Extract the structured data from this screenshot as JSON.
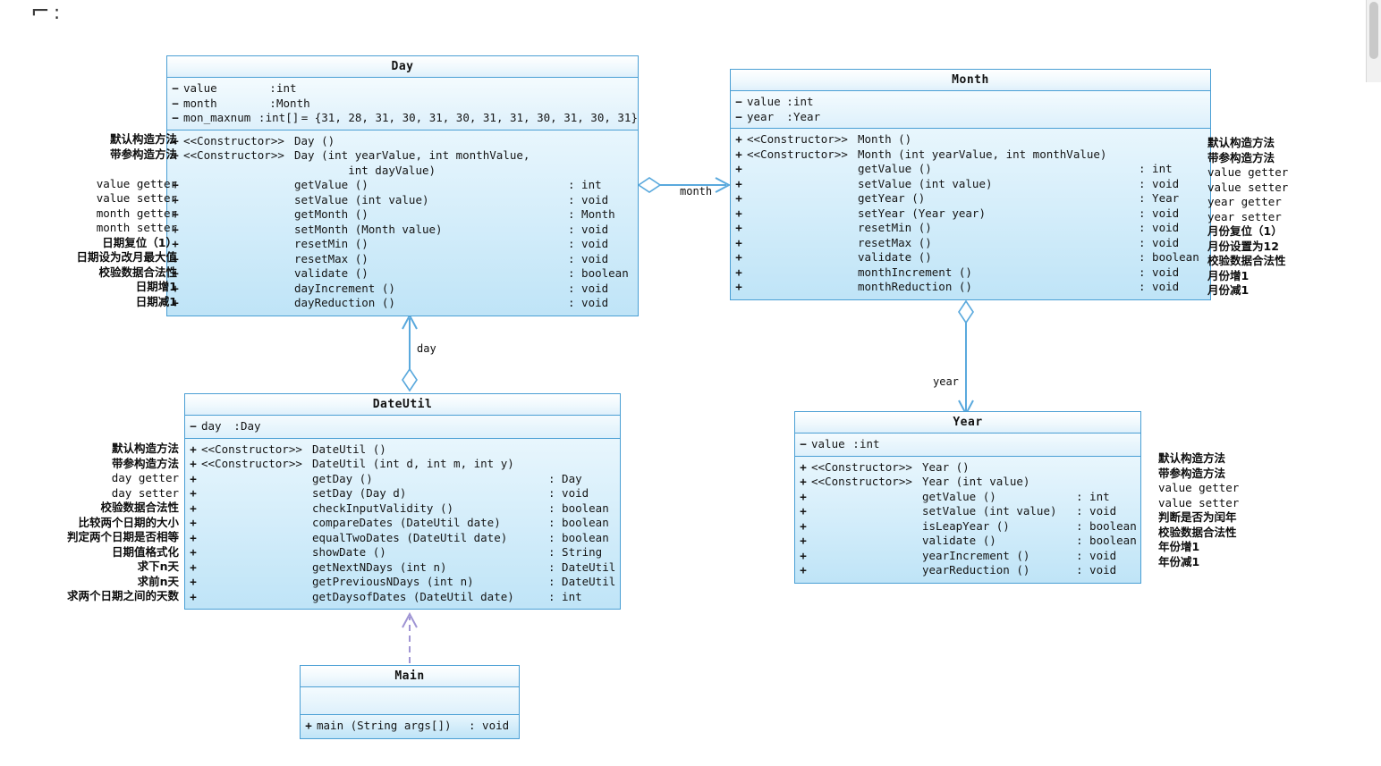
{
  "page": {
    "cursor_glyph": "⌐",
    "colon": ":"
  },
  "classes": {
    "day": {
      "name": "Day",
      "attributes": [
        {
          "vis": "−",
          "sig": "value",
          "sep": ":",
          "type": "int",
          "extra": ""
        },
        {
          "vis": "−",
          "sig": "month",
          "sep": ":",
          "type": "Month",
          "extra": ""
        },
        {
          "vis": "−",
          "sig": "mon_maxnum",
          "sep": ":",
          "type": "int[]",
          "extra": "= {31, 28, 31, 30, 31, 30, 31, 31, 30, 31, 30, 31}"
        }
      ],
      "operations": [
        {
          "vis": "+",
          "stereo": "<<Constructor>>",
          "sig": "Day ()",
          "ret": ""
        },
        {
          "vis": "+",
          "stereo": "<<Constructor>>",
          "sig": "Day (int yearValue, int monthValue,",
          "ret": ""
        },
        {
          "vis": "",
          "stereo": "",
          "sig": "        int dayValue)",
          "ret": ""
        },
        {
          "vis": "+",
          "stereo": "",
          "sig": "getValue ()",
          "ret": ": int"
        },
        {
          "vis": "+",
          "stereo": "",
          "sig": "setValue (int value)",
          "ret": ": void"
        },
        {
          "vis": "+",
          "stereo": "",
          "sig": "getMonth ()",
          "ret": ": Month"
        },
        {
          "vis": "+",
          "stereo": "",
          "sig": "setMonth (Month value)",
          "ret": ": void"
        },
        {
          "vis": "+",
          "stereo": "",
          "sig": "resetMin ()",
          "ret": ": void"
        },
        {
          "vis": "+",
          "stereo": "",
          "sig": "resetMax ()",
          "ret": ": void"
        },
        {
          "vis": "+",
          "stereo": "",
          "sig": "validate ()",
          "ret": ": boolean"
        },
        {
          "vis": "+",
          "stereo": "",
          "sig": "dayIncrement ()",
          "ret": ": void"
        },
        {
          "vis": "+",
          "stereo": "",
          "sig": "dayReduction ()",
          "ret": ": void"
        }
      ],
      "notes": [
        "默认构造方法",
        "带参构造方法",
        "",
        "value getter",
        "value setter",
        "month getter",
        "month setter",
        "日期复位（1）",
        "日期设为改月最大值",
        "校验数据合法性",
        "日期增1",
        "日期减1"
      ]
    },
    "month": {
      "name": "Month",
      "attributes": [
        {
          "vis": "−",
          "sig": "value",
          "sep": ":",
          "type": "int",
          "extra": ""
        },
        {
          "vis": "−",
          "sig": "year",
          "sep": ":",
          "type": "Year",
          "extra": ""
        }
      ],
      "operations": [
        {
          "vis": "+",
          "stereo": "<<Constructor>>",
          "sig": "Month ()",
          "ret": ""
        },
        {
          "vis": "+",
          "stereo": "<<Constructor>>",
          "sig": "Month (int yearValue, int monthValue)",
          "ret": ""
        },
        {
          "vis": "+",
          "stereo": "",
          "sig": "getValue ()",
          "ret": ": int"
        },
        {
          "vis": "+",
          "stereo": "",
          "sig": "setValue (int value)",
          "ret": ": void"
        },
        {
          "vis": "+",
          "stereo": "",
          "sig": "getYear ()",
          "ret": ": Year"
        },
        {
          "vis": "+",
          "stereo": "",
          "sig": "setYear (Year year)",
          "ret": ": void"
        },
        {
          "vis": "+",
          "stereo": "",
          "sig": "resetMin ()",
          "ret": ": void"
        },
        {
          "vis": "+",
          "stereo": "",
          "sig": "resetMax ()",
          "ret": ": void"
        },
        {
          "vis": "+",
          "stereo": "",
          "sig": "validate ()",
          "ret": ": boolean"
        },
        {
          "vis": "+",
          "stereo": "",
          "sig": "monthIncrement ()",
          "ret": ": void"
        },
        {
          "vis": "+",
          "stereo": "",
          "sig": "monthReduction ()",
          "ret": ": void"
        }
      ],
      "notes": [
        "默认构造方法",
        "带参构造方法",
        "value getter",
        "value setter",
        "year getter",
        "year setter",
        "月份复位（1）",
        "月份设置为12",
        "校验数据合法性",
        "月份增1",
        "月份减1"
      ]
    },
    "dateutil": {
      "name": "DateUtil",
      "attributes": [
        {
          "vis": "−",
          "sig": "day",
          "sep": ":",
          "type": "Day",
          "extra": ""
        }
      ],
      "operations": [
        {
          "vis": "+",
          "stereo": "<<Constructor>>",
          "sig": "DateUtil ()",
          "ret": ""
        },
        {
          "vis": "+",
          "stereo": "<<Constructor>>",
          "sig": "DateUtil (int d, int m, int y)",
          "ret": ""
        },
        {
          "vis": "+",
          "stereo": "",
          "sig": "getDay ()",
          "ret": ": Day"
        },
        {
          "vis": "+",
          "stereo": "",
          "sig": "setDay (Day d)",
          "ret": ": void"
        },
        {
          "vis": "+",
          "stereo": "",
          "sig": "checkInputValidity ()",
          "ret": ": boolean"
        },
        {
          "vis": "+",
          "stereo": "",
          "sig": "compareDates (DateUtil date)",
          "ret": ": boolean"
        },
        {
          "vis": "+",
          "stereo": "",
          "sig": "equalTwoDates (DateUtil date)",
          "ret": ": boolean"
        },
        {
          "vis": "+",
          "stereo": "",
          "sig": "showDate ()",
          "ret": ": String"
        },
        {
          "vis": "+",
          "stereo": "",
          "sig": "getNextNDays (int n)",
          "ret": ": DateUtil"
        },
        {
          "vis": "+",
          "stereo": "",
          "sig": "getPreviousNDays (int n)",
          "ret": ": DateUtil"
        },
        {
          "vis": "+",
          "stereo": "",
          "sig": "getDaysofDates (DateUtil date)",
          "ret": ": int"
        }
      ],
      "notes": [
        "默认构造方法",
        "带参构造方法",
        "day getter",
        "day setter",
        "校验数据合法性",
        "比较两个日期的大小",
        "判定两个日期是否相等",
        "日期值格式化",
        "求下n天",
        "求前n天",
        "求两个日期之间的天数"
      ]
    },
    "year": {
      "name": "Year",
      "attributes": [
        {
          "vis": "−",
          "sig": "value",
          "sep": ":",
          "type": "int",
          "extra": ""
        }
      ],
      "operations": [
        {
          "vis": "+",
          "stereo": "<<Constructor>>",
          "sig": "Year ()",
          "ret": ""
        },
        {
          "vis": "+",
          "stereo": "<<Constructor>>",
          "sig": "Year (int value)",
          "ret": ""
        },
        {
          "vis": "+",
          "stereo": "",
          "sig": "getValue ()",
          "ret": ": int"
        },
        {
          "vis": "+",
          "stereo": "",
          "sig": "setValue (int value)",
          "ret": ": void"
        },
        {
          "vis": "+",
          "stereo": "",
          "sig": "isLeapYear ()",
          "ret": ": boolean"
        },
        {
          "vis": "+",
          "stereo": "",
          "sig": "validate ()",
          "ret": ": boolean"
        },
        {
          "vis": "+",
          "stereo": "",
          "sig": "yearIncrement ()",
          "ret": ": void"
        },
        {
          "vis": "+",
          "stereo": "",
          "sig": "yearReduction ()",
          "ret": ": void"
        }
      ],
      "notes": [
        "默认构造方法",
        "带参构造方法",
        "value getter",
        "value setter",
        "判断是否为闰年",
        "校验数据合法性",
        "年份增1",
        "年份减1"
      ]
    },
    "main": {
      "name": "Main",
      "attributes": [],
      "operations": [
        {
          "vis": "+",
          "stereo": "",
          "sig": "main (String args[])",
          "ret": ": void"
        }
      ],
      "notes": []
    }
  },
  "connectors": [
    {
      "id": "day-month",
      "label": "month",
      "from": "Day",
      "to": "Month",
      "kind": "aggregation"
    },
    {
      "id": "dateutil-day",
      "label": "day",
      "from": "DateUtil",
      "to": "Day",
      "kind": "aggregation"
    },
    {
      "id": "month-year",
      "label": "year",
      "from": "Month",
      "to": "Year",
      "kind": "aggregation"
    },
    {
      "id": "main-dateutil",
      "label": "",
      "from": "Main",
      "to": "DateUtil",
      "kind": "dependency"
    }
  ],
  "colors": {
    "class_border": "#4a9fd4",
    "class_fill_top": "#ffffff",
    "class_fill_bottom": "#bfe4f7",
    "connector": "#5aa9dd",
    "dependency": "#9f8fd0"
  }
}
